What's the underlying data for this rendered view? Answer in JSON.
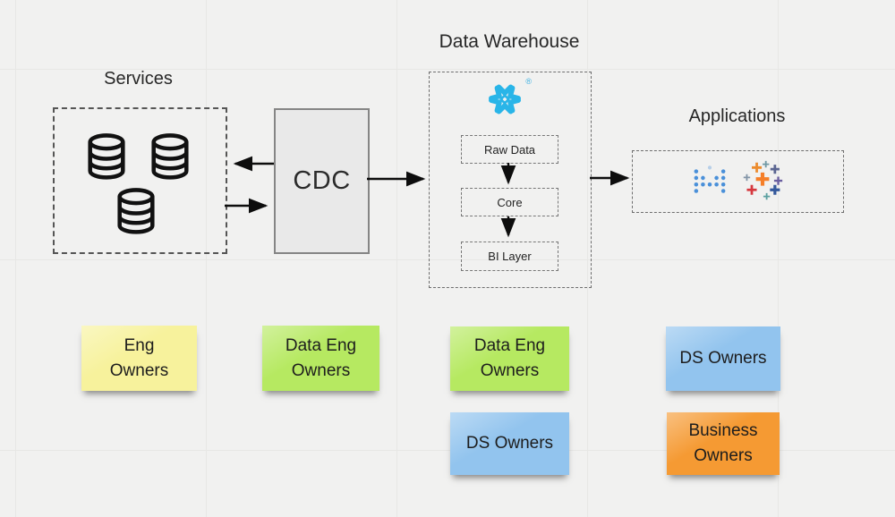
{
  "canvas": {
    "background_color": "#f1f1f0",
    "grid_line_color": "#e7e7e5"
  },
  "services": {
    "label": "Services",
    "database_icon_count": 3
  },
  "cdc": {
    "label": "CDC",
    "fill_color": "#e9e9e9"
  },
  "data_warehouse": {
    "label": "Data Warehouse",
    "platform_icon": "snowflake-logo",
    "trademark": "®",
    "layers": [
      {
        "label": "Raw Data"
      },
      {
        "label": "Core"
      },
      {
        "label": "BI Layer"
      }
    ]
  },
  "applications": {
    "label": "Applications",
    "app_icons": [
      "metabase-logo",
      "tableau-logo"
    ]
  },
  "sticky_notes": [
    {
      "lines": [
        "Eng",
        "Owners"
      ],
      "color": "#f7f29c"
    },
    {
      "lines": [
        "Data Eng",
        "Owners"
      ],
      "color": "#b6e961"
    },
    {
      "lines": [
        "Data Eng",
        "Owners"
      ],
      "color": "#b6e961"
    },
    {
      "lines": [
        "DS Owners"
      ],
      "color": "#92c4ee"
    },
    {
      "lines": [
        "DS Owners"
      ],
      "color": "#92c4ee"
    },
    {
      "lines": [
        "Business",
        "Owners"
      ],
      "color": "#f59a33"
    }
  ],
  "logo_colors": {
    "snowflake": "#29b5e8",
    "metabase": "#4a90d9",
    "tableau": [
      "#eb8b2d",
      "#7099a5",
      "#5b6591",
      "#8395a7",
      "#f57f29",
      "#6a5fa0",
      "#d6383e",
      "#5ba0a0",
      "#34599c"
    ],
    "arrow_color": "#0d0d0d"
  }
}
